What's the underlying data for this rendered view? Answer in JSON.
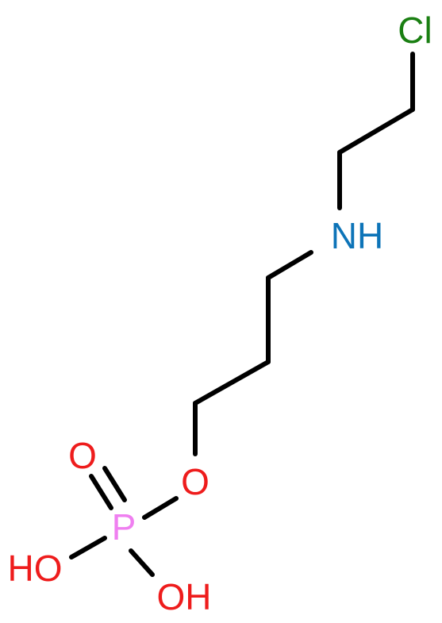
{
  "atoms": {
    "chlorine": {
      "text": "Cl",
      "color": "#1a7f12"
    },
    "amine": {
      "text": "NH",
      "color": "#0d74b8"
    },
    "ester_oxygen": {
      "text": "O",
      "color": "#ee1c1c"
    },
    "phosphorus": {
      "text": "P",
      "color": "#ef7ff0"
    },
    "oxo_oxygen": {
      "text": "O",
      "color": "#ee1c1c"
    },
    "hydroxyl_left": {
      "text": "HO",
      "color": "#ee1c1c"
    },
    "hydroxyl_bottom": {
      "text": "OH",
      "color": "#ee1c1c"
    }
  },
  "bond_color": "#000000"
}
